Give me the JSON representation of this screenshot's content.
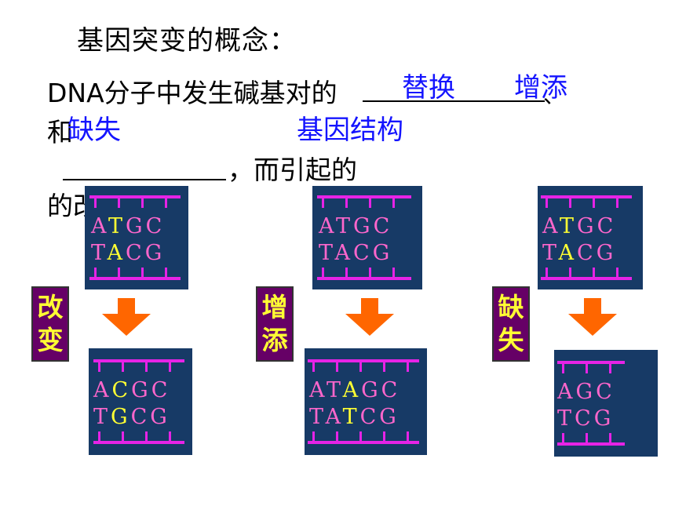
{
  "title": "基因突变的概念：",
  "line1": "DNA分子中发生碱基对的",
  "comma1": "、",
  "line2_he": "和",
  "line3_tail": "，而引起的",
  "line4": "的改变。",
  "answers": {
    "replace": "替换",
    "add": "增添",
    "delete": "缺失",
    "structure": "基因结构"
  },
  "labels": {
    "change": [
      "改",
      "变"
    ],
    "add": [
      "增",
      "添"
    ],
    "delete": [
      "缺",
      "失"
    ]
  },
  "colors": {
    "strand_bg": "#173a66",
    "rail": "#e623e6",
    "base": "#ff66cc",
    "highlight": "#ffff33",
    "arrow": "#ff6600",
    "label_bg": "#660066",
    "answer": "#1414ff"
  },
  "dna": {
    "original": {
      "top": [
        "A",
        "T",
        "G",
        "C"
      ],
      "bottom": [
        "T",
        "A",
        "C",
        "G"
      ]
    },
    "substitution": {
      "top": [
        "A",
        "C",
        "G",
        "C"
      ],
      "bottom": [
        "T",
        "G",
        "C",
        "G"
      ]
    },
    "addition": {
      "top": [
        "A",
        "T",
        "A",
        "G",
        "C"
      ],
      "bottom": [
        "T",
        "A",
        "T",
        "C",
        "G"
      ]
    },
    "deletion": {
      "top": [
        "A",
        "G",
        "C"
      ],
      "bottom": [
        "T",
        "C",
        "G"
      ]
    }
  }
}
